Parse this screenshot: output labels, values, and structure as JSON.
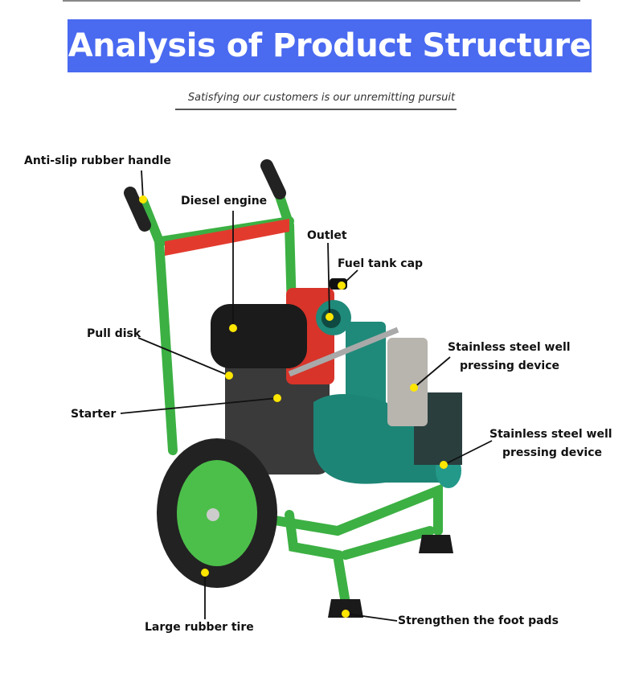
{
  "header": {
    "title": "Analysis of Product Structure",
    "subtitle": "Satisfying our customers is our unremitting pursuit"
  },
  "colors": {
    "banner": "#4a6af0",
    "frame": "#3cb043",
    "pump": "#1f8a7a",
    "marker": "#ffe600"
  },
  "labels": {
    "handle": "Anti-slip rubber handle",
    "engine": "Diesel engine",
    "outlet": "Outlet",
    "fuel_cap": "Fuel tank cap",
    "pull_disk": "Pull disk",
    "starter": "Starter",
    "steel_device_1_line1": "Stainless steel well",
    "steel_device_1_line2": "pressing device",
    "steel_device_2_line1": "Stainless steel well",
    "steel_device_2_line2": "pressing device",
    "tire": "Large rubber tire",
    "foot_pads": "Strengthen the foot pads"
  }
}
